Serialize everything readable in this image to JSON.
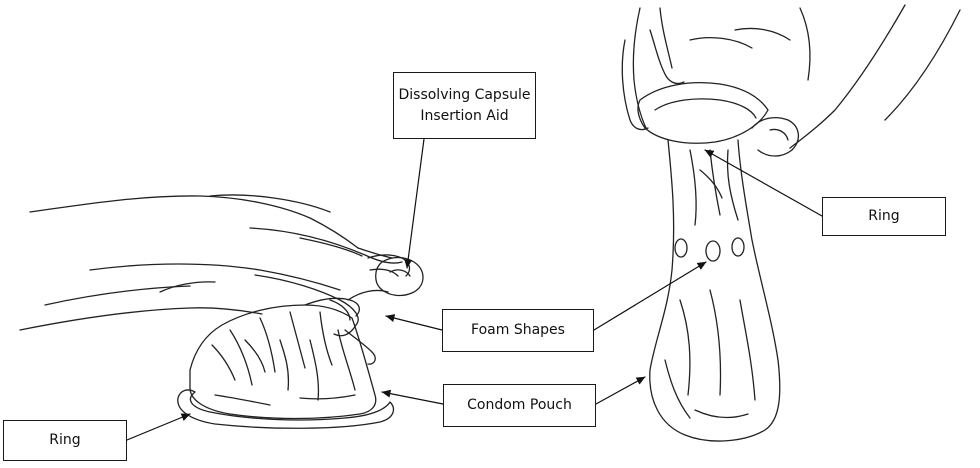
{
  "labels": {
    "capsule": "Dissolving Capsule\nInsertion Aid",
    "ring_right": "Ring",
    "foam": "Foam Shapes",
    "pouch": "Condom Pouch",
    "ring_left": "Ring"
  },
  "colors": {
    "line": "#1a1a1a",
    "background": "#ffffff"
  }
}
